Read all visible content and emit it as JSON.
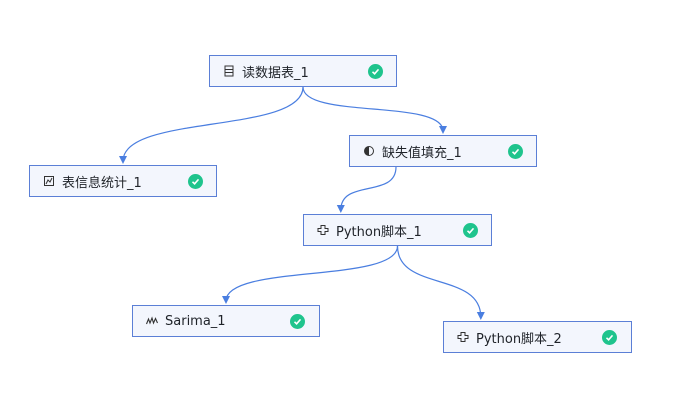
{
  "canvas": {
    "nodes": [
      {
        "id": "read",
        "label": "读数据表_1",
        "icon": "table-icon",
        "status": "success"
      },
      {
        "id": "stat",
        "label": "表信息统计_1",
        "icon": "statistics-icon",
        "status": "success"
      },
      {
        "id": "fill",
        "label": "缺失值填充_1",
        "icon": "half-circle-icon",
        "status": "success"
      },
      {
        "id": "py1",
        "label": "Python脚本_1",
        "icon": "python-script-icon",
        "status": "success"
      },
      {
        "id": "sarima",
        "label": "Sarima_1",
        "icon": "waveform-icon",
        "status": "success"
      },
      {
        "id": "py2",
        "label": "Python脚本_2",
        "icon": "python-script-icon",
        "status": "success"
      }
    ],
    "edges": [
      {
        "from": "read",
        "to": "stat"
      },
      {
        "from": "read",
        "to": "fill"
      },
      {
        "from": "fill",
        "to": "py1"
      },
      {
        "from": "py1",
        "to": "sarima"
      },
      {
        "from": "py1",
        "to": "py2"
      }
    ],
    "colors": {
      "node_border": "#5b7fd6",
      "node_fill": "#f3f6fd",
      "edge": "#4a7ee0",
      "status_success": "#1fc48d"
    }
  }
}
